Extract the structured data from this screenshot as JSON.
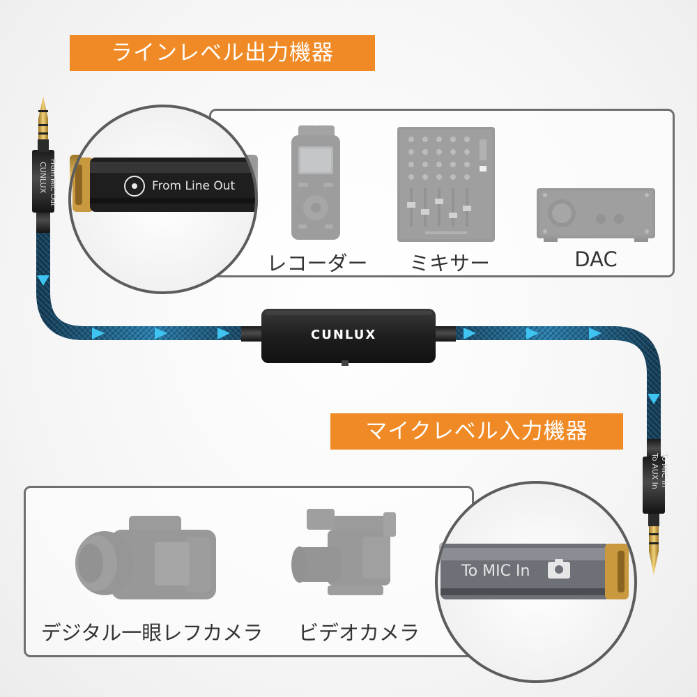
{
  "labels": {
    "line_level": "ラインレベル出力機器",
    "mic_level": "マイクレベル入力機器"
  },
  "top_devices": [
    {
      "name": "レコーダー",
      "icon": "recorder-icon"
    },
    {
      "name": "ミキサー",
      "icon": "mixer-icon"
    },
    {
      "name": "DAC",
      "icon": "dac-icon"
    }
  ],
  "bottom_devices": [
    {
      "name": "デジタル一眼レフカメラ",
      "icon": "dslr-camera-icon"
    },
    {
      "name": "ビデオカメラ",
      "icon": "video-camera-icon"
    }
  ],
  "adapter": {
    "input_text": "From Line Out",
    "output_text": "To MIC In",
    "jack_top_text": "From MIC Out",
    "jack_bottom_text": "To AUX In"
  },
  "brand": {
    "name": "CUNLUX",
    "jack_brand": "CUNLUX"
  },
  "colors": {
    "banner": "#ef8a26",
    "cable": "#1f6f9a",
    "arrow": "#3fc3f0",
    "gold": "#d6a84a"
  }
}
